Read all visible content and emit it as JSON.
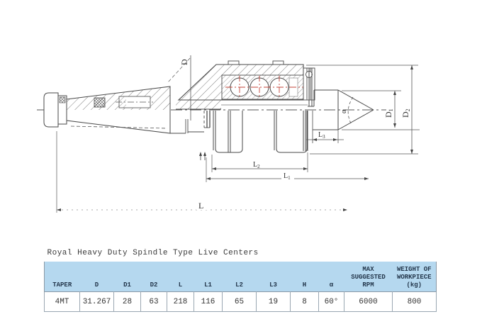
{
  "drawing": {
    "description": "sectional technical drawing of spindle type live center",
    "labels": {
      "d": {
        "base": "D"
      },
      "d1": {
        "base": "D",
        "sub": "1"
      },
      "d2": {
        "base": "D",
        "sub": "2"
      },
      "l": {
        "base": "L"
      },
      "l1": {
        "base": "L",
        "sub": "1"
      },
      "l2": {
        "base": "L",
        "sub": "2"
      },
      "l3": {
        "base": "L",
        "sub": "3"
      },
      "alpha": {
        "base": "α"
      }
    },
    "colors": {
      "line": "#4a4a4a",
      "bearing_centerline_red": "#c4453a"
    }
  },
  "table": {
    "title": "Royal Heavy Duty Spindle Type Live Centers",
    "header_bg": "#b5d8ef",
    "columns": [
      "TAPER",
      "D",
      "D1",
      "D2",
      "L",
      "L1",
      "L2",
      "L3",
      "H",
      "α",
      "MAX\nSUGGESTED\nRPM",
      "WEIGHT OF\nWORKPIECE\n(kg)"
    ],
    "rows": [
      [
        "4MT",
        "31.267",
        "28",
        "63",
        "218",
        "116",
        "65",
        "19",
        "8",
        "60°",
        "6000",
        "800"
      ]
    ]
  }
}
